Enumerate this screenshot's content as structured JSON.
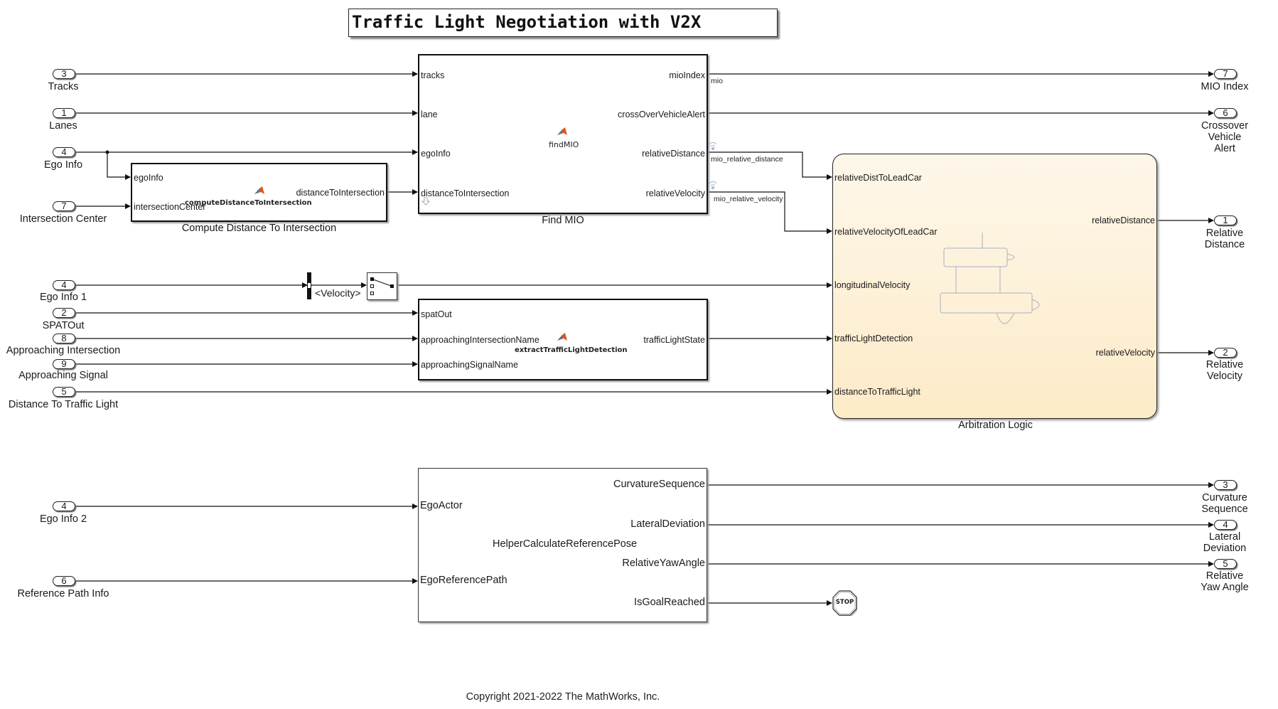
{
  "title": "Traffic Light Negotiation with V2X",
  "copyright": "Copyright 2021-2022 The MathWorks, Inc.",
  "inports": [
    {
      "number": "3",
      "label": "Tracks"
    },
    {
      "number": "1",
      "label": "Lanes"
    },
    {
      "number": "4",
      "label": "Ego Info"
    },
    {
      "number": "7",
      "label": "Intersection Center"
    },
    {
      "number": "4",
      "label": "Ego Info 1"
    },
    {
      "number": "2",
      "label": "SPATOut"
    },
    {
      "number": "8",
      "label": "Approaching Intersection"
    },
    {
      "number": "9",
      "label": "Approaching Signal"
    },
    {
      "number": "5",
      "label": "Distance To Traffic Light"
    },
    {
      "number": "4",
      "label": "Ego Info 2"
    },
    {
      "number": "6",
      "label": "Reference Path Info"
    }
  ],
  "outports": [
    {
      "number": "7",
      "label": "MIO Index"
    },
    {
      "number": "6",
      "label": "Crossover Vehicle Alert"
    },
    {
      "number": "1",
      "label": "Relative Distance"
    },
    {
      "number": "2",
      "label": "Relative Velocity"
    },
    {
      "number": "3",
      "label": "Curvature Sequence"
    },
    {
      "number": "4",
      "label": "Lateral Deviation"
    },
    {
      "number": "5",
      "label": "Relative Yaw Angle"
    }
  ],
  "blocks": {
    "compute_distance": {
      "name": "Compute Distance To Intersection",
      "function": "computeDistanceToIntersection",
      "inputs": [
        "egoInfo",
        "intersectionCenter"
      ],
      "outputs": [
        "distanceToIntersection"
      ],
      "icon": "matlab-function-icon"
    },
    "find_mio": {
      "name": "Find MIO",
      "function": "findMIO",
      "inputs": [
        "tracks",
        "lane",
        "egoInfo",
        "distanceToIntersection"
      ],
      "outputs": [
        "mioIndex",
        "crossOverVehicleAlert",
        "relativeDistance",
        "relativeVelocity"
      ],
      "icon": "matlab-function-icon"
    },
    "extract_tld": {
      "function": "extractTrafficLightDetection",
      "inputs": [
        "spatOut",
        "approachingIntersectionName",
        "approachingSignalName"
      ],
      "outputs": [
        "trafficLightState"
      ],
      "icon": "matlab-function-icon"
    },
    "arbitration": {
      "name": "Arbitration Logic",
      "inputs": [
        "relativeDistToLeadCar",
        "relativeVelocityOfLeadCar",
        "longitudinalVelocity",
        "trafficLightDetection",
        "distanceToTrafficLight"
      ],
      "outputs": [
        "relativeDistance",
        "relativeVelocity"
      ],
      "icon": "stateflow-chart-icon"
    },
    "helper_pose": {
      "name": "HelperCalculateReferencePose",
      "inputs": [
        "EgoActor",
        "EgoReferencePath"
      ],
      "outputs": [
        "CurvatureSequence",
        "LateralDeviation",
        "RelativeYawAngle",
        "IsGoalReached"
      ]
    },
    "bus_selector": {
      "signal": "<Velocity>"
    },
    "stop": {
      "label": "STOP"
    }
  },
  "signals": {
    "mio": "mio",
    "mio_relative_distance": "mio_relative_distance",
    "mio_relative_velocity": "mio_relative_velocity"
  }
}
